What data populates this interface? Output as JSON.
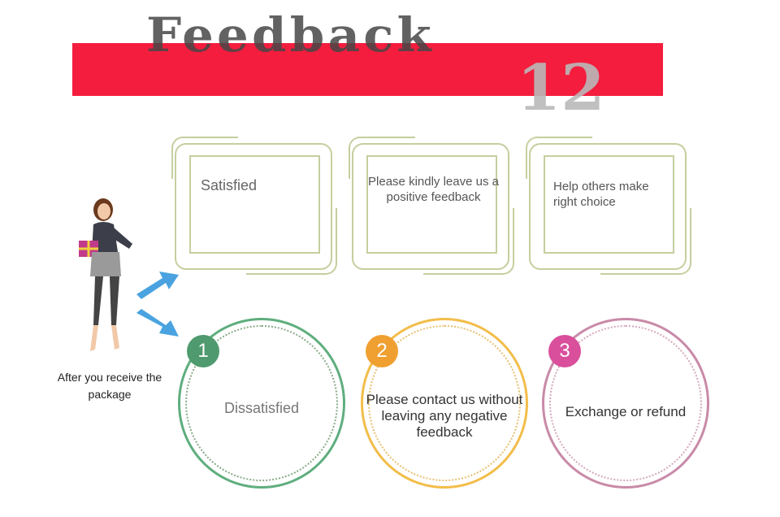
{
  "header": {
    "title": "Feedback",
    "number": "12"
  },
  "boxes": [
    {
      "text": "Satisfied"
    },
    {
      "text": "Please kindly leave us a positive feedback"
    },
    {
      "text": "Help others make right choice"
    }
  ],
  "steps": [
    {
      "number": "1",
      "text": "Dissatisfied",
      "color": "#4f9a6e"
    },
    {
      "number": "2",
      "text": "Please contact us without leaving any negative feedback",
      "color": "#f0a030"
    },
    {
      "number": "3",
      "text": "Exchange or refund",
      "color": "#d94f9c"
    }
  ],
  "figure": {
    "caption": "After you receive the package"
  },
  "colors": {
    "banner": "#f41d3e",
    "frame": "#c4cf9e",
    "arrow": "#4aa3e0"
  }
}
